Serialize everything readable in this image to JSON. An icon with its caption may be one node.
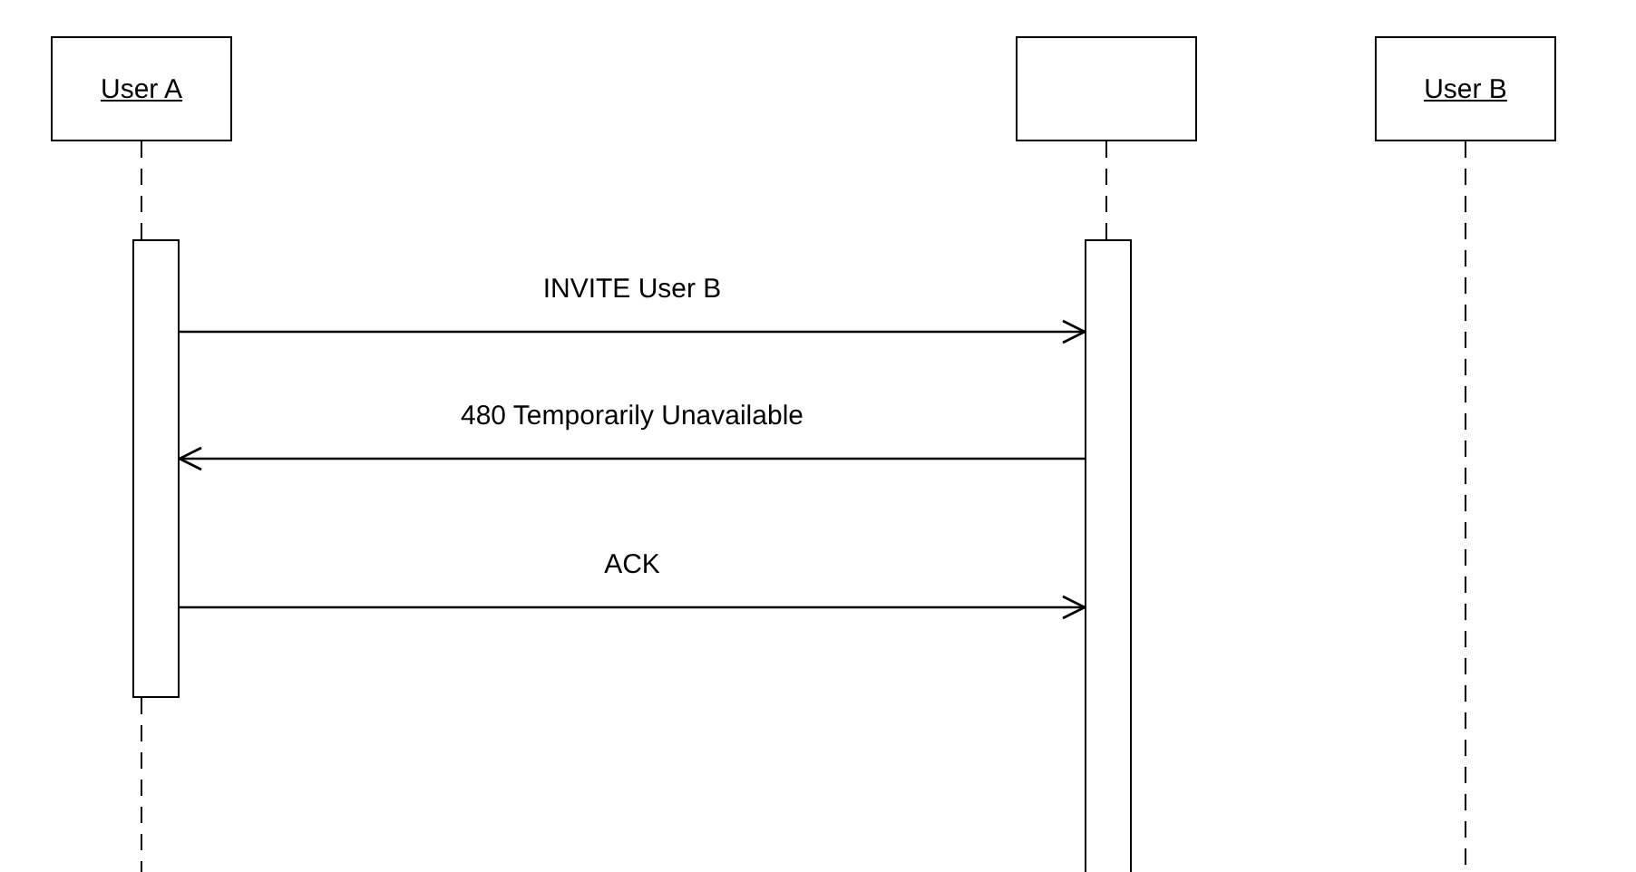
{
  "diagram": {
    "nodes": [
      {
        "text": [
          "User A"
        ]
      },
      {
        "text": [],
        "shape": "box"
      },
      {
        "text": [
          "User B"
        ]
      },
      {
        "text": [],
        "shape": "bar"
      },
      {
        "text": [],
        "shape": "bar"
      }
    ],
    "edges": [
      {
        "from": 3,
        "to": 4,
        "arrow": "to",
        "label": "INVITE User B"
      },
      {
        "from": 4,
        "to": 3,
        "arrow": "to",
        "label": "480 Temporarily Unavailable"
      },
      {
        "from": 3,
        "to": 4,
        "arrow": "to",
        "label": "ACK"
      },
      {
        "from": 0,
        "to": 3,
        "arrow": "none",
        "style": "dashed"
      },
      {
        "from": 1,
        "to": 4,
        "arrow": "none",
        "style": "dashed"
      },
      {
        "from": 2,
        "to": null,
        "arrow": "none",
        "style": "dashed"
      }
    ]
  }
}
